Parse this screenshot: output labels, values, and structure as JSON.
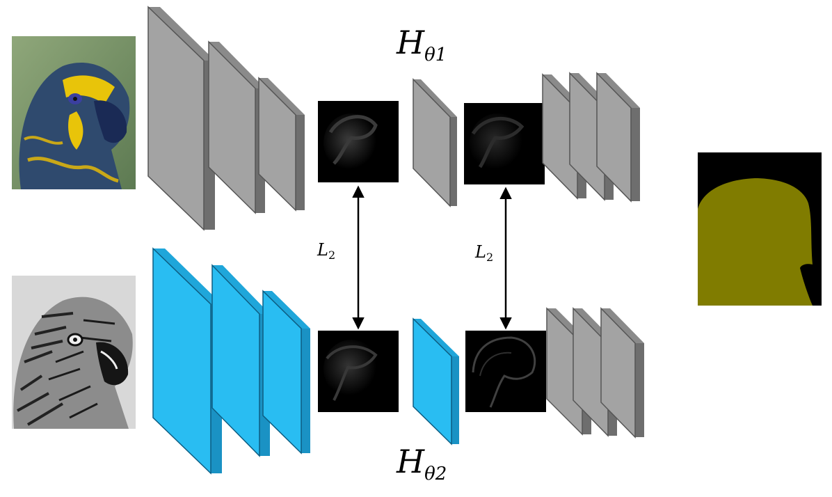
{
  "labels": {
    "h_top_main": "H",
    "h_top_theta": "θ",
    "h_top_sub": "1",
    "h_bottom_main": "H",
    "h_bottom_theta": "θ",
    "h_bottom_sub": "2",
    "l2_left_main": "L",
    "l2_left_sub": "2",
    "l2_right_main": "L",
    "l2_right_sub": "2"
  },
  "colors": {
    "gray_face": "#a3a3a3",
    "gray_side": "#6e6e6e",
    "gray_top": "#8a8a8a",
    "blue_face": "#29bdf2",
    "blue_side": "#1a92c4",
    "blue_top": "#1fa6da",
    "feature_map_bg": "#000000",
    "mask_bg": "#000000",
    "mask_fg": "#807c00"
  },
  "elements": {
    "input_rgb": "color-parrot-image",
    "input_gray": "grayscale-parrot-image",
    "output": "segmentation-mask"
  }
}
